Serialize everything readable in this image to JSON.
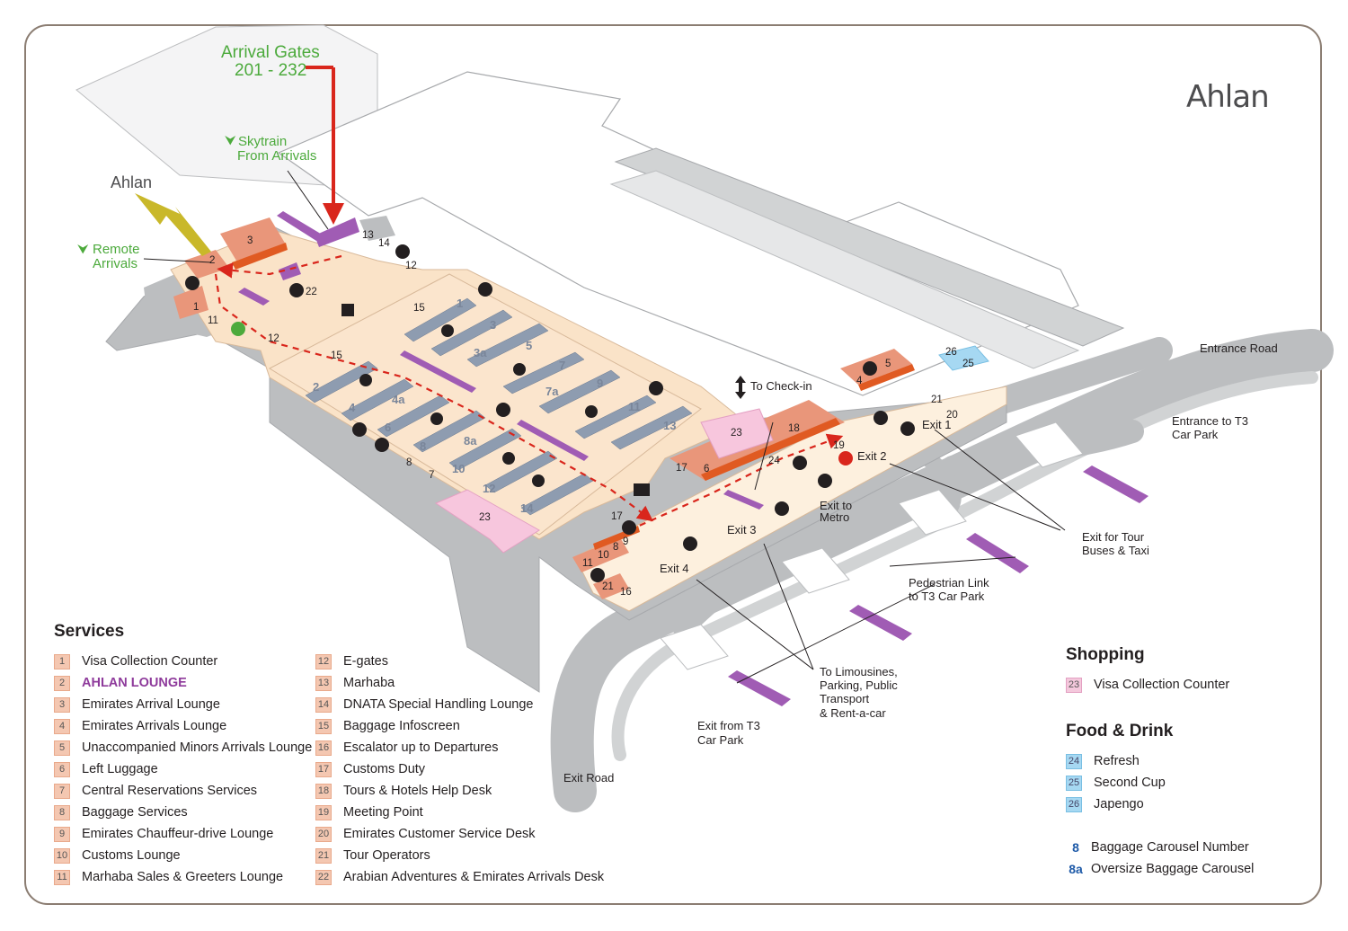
{
  "brand_title": "Ahlan",
  "map_labels": {
    "arrival_gates_title": "Arrival Gates",
    "arrival_gates_range": "201 - 232",
    "skytrain_line1": "Skytrain",
    "skytrain_line2": "From Arrivals",
    "ahlan_pointer": "Ahlan",
    "remote_line1": "Remote",
    "remote_line2": "Arrivals",
    "to_checkin": "To Check-in",
    "entrance_road": "Entrance Road",
    "entrance_t3_line1": "Entrance to T3",
    "entrance_t3_line2": "Car Park",
    "exit_tour_line1": "Exit for Tour",
    "exit_tour_line2": "Buses & Taxi",
    "ped_link_line1": "Pedestrian Link",
    "ped_link_line2": "to T3 Car Park",
    "limo_line1": "To Limousines,",
    "limo_line2": "Parking, Public",
    "limo_line3": "Transport",
    "limo_line4": "& Rent-a-car",
    "exit_from_t3_line1": "Exit from T3",
    "exit_from_t3_line2": "Car Park",
    "exit_road": "Exit Road",
    "exit_1": "Exit 1",
    "exit_2": "Exit 2",
    "exit_3": "Exit 3",
    "exit_4": "Exit 4",
    "exit_metro_line1": "Exit to",
    "exit_metro_line2": "Metro"
  },
  "map_numbers": {
    "n1": "1",
    "n2": "2",
    "n3": "3",
    "n4": "4",
    "n5": "5",
    "n6": "6",
    "n7": "7",
    "n8": "8",
    "n9": "9",
    "n10": "10",
    "n11": "11",
    "n12": "12",
    "n13": "13",
    "n14": "14",
    "n15": "15",
    "n16": "16",
    "n17": "17",
    "n18": "18",
    "n19": "19",
    "n20": "20",
    "n21": "21",
    "n22": "22",
    "n23": "23",
    "n24": "24",
    "n25": "25",
    "n26": "26"
  },
  "carousels": [
    "1",
    "2",
    "3",
    "3a",
    "4",
    "4a",
    "5",
    "6",
    "7",
    "7a",
    "8",
    "8a",
    "9",
    "10",
    "11",
    "12",
    "13",
    "14"
  ],
  "services": {
    "title": "Services",
    "items": [
      {
        "num": "1",
        "label": "Visa Collection Counter"
      },
      {
        "num": "2",
        "label": "AHLAN LOUNGE"
      },
      {
        "num": "3",
        "label": "Emirates Arrival Lounge"
      },
      {
        "num": "4",
        "label": "Emirates Arrivals Lounge"
      },
      {
        "num": "5",
        "label": "Unaccompanied Minors Arrivals Lounge"
      },
      {
        "num": "6",
        "label": "Left Luggage"
      },
      {
        "num": "7",
        "label": "Central Reservations Services"
      },
      {
        "num": "8",
        "label": "Baggage Services"
      },
      {
        "num": "9",
        "label": "Emirates Chauffeur-drive Lounge"
      },
      {
        "num": "10",
        "label": "Customs Lounge"
      },
      {
        "num": "11",
        "label": "Marhaba Sales & Greeters Lounge"
      },
      {
        "num": "12",
        "label": "E-gates"
      },
      {
        "num": "13",
        "label": "Marhaba"
      },
      {
        "num": "14",
        "label": "DNATA Special Handling Lounge"
      },
      {
        "num": "15",
        "label": "Baggage Infoscreen"
      },
      {
        "num": "16",
        "label": "Escalator up to Departures"
      },
      {
        "num": "17",
        "label": "Customs Duty"
      },
      {
        "num": "18",
        "label": "Tours & Hotels Help Desk"
      },
      {
        "num": "19",
        "label": "Meeting Point"
      },
      {
        "num": "20",
        "label": "Emirates Customer Service Desk"
      },
      {
        "num": "21",
        "label": "Tour Operators"
      },
      {
        "num": "22",
        "label": "Arabian Adventures & Emirates Arrivals Desk"
      }
    ]
  },
  "shopping": {
    "title": "Shopping",
    "items": [
      {
        "num": "23",
        "label": "Visa Collection Counter"
      }
    ]
  },
  "food": {
    "title": "Food & Drink",
    "items": [
      {
        "num": "24",
        "label": "Refresh"
      },
      {
        "num": "25",
        "label": "Second Cup"
      },
      {
        "num": "26",
        "label": "Japengo"
      }
    ]
  },
  "carousel_key": {
    "items": [
      {
        "num": "8",
        "label": "Baggage Carousel Number"
      },
      {
        "num": "8a",
        "label": "Oversize Baggage Carousel"
      }
    ]
  },
  "colors": {
    "floor": "#fae3c8",
    "wall": "#bdbec0",
    "service_block": "#e9967a",
    "service_dark": "#e05a22",
    "shop_pink": "#f7c6dd",
    "food_blue": "#a6d8f2",
    "route_red": "#d9261c",
    "green_label": "#4caa3c",
    "purple": "#a05cb4"
  }
}
